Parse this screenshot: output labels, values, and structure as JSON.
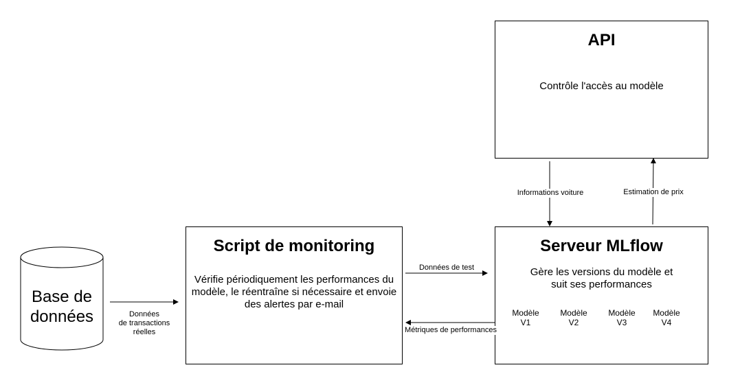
{
  "database": {
    "label_line1": "Base de",
    "label_line2": "données"
  },
  "script_box": {
    "title": "Script de monitoring",
    "description": "Vérifie périodiquement les performances du modèle, le réentraîne si nécessaire et envoie des alertes par e-mail"
  },
  "api_box": {
    "title": "API",
    "description": "Contrôle l'accès au modèle"
  },
  "mlflow_box": {
    "title": "Serveur MLflow",
    "description_line1": "Gère les versions du modèle et",
    "description_line2": "suit ses performances",
    "models": [
      {
        "line1": "Modèle",
        "line2": "V1"
      },
      {
        "line1": "Modèle",
        "line2": "V2"
      },
      {
        "line1": "Modèle",
        "line2": "V3"
      },
      {
        "line1": "Modèle",
        "line2": "V4"
      }
    ]
  },
  "edges": {
    "db_to_script_line1": "Données",
    "db_to_script_line2": "de transactions",
    "db_to_script_line3": "réelles",
    "script_to_mlflow": "Données de test",
    "mlflow_to_script": "Métriques de performances",
    "api_to_mlflow": "Informations voiture",
    "mlflow_to_api": "Estimation de prix"
  }
}
